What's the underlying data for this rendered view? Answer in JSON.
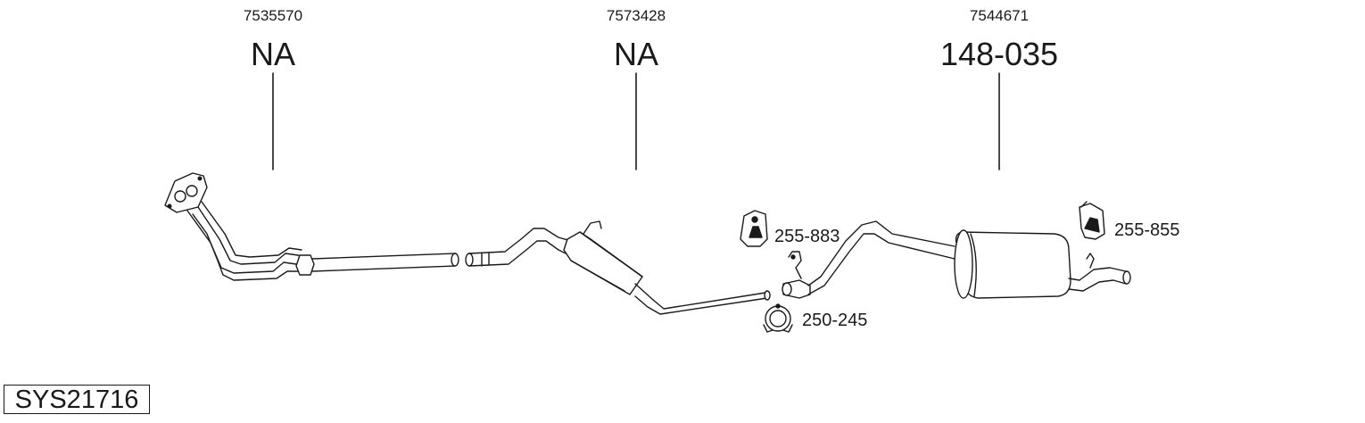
{
  "sections": [
    {
      "oe_number": "7535570",
      "part_number": "NA"
    },
    {
      "oe_number": "7573428",
      "part_number": "NA"
    },
    {
      "oe_number": "7544671",
      "part_number": "148-035"
    }
  ],
  "accessories": [
    {
      "label": "255-883",
      "icon": "rubber-hanger-icon"
    },
    {
      "label": "250-245",
      "icon": "pipe-clamp-icon"
    },
    {
      "label": "255-855",
      "icon": "rubber-mount-icon"
    }
  ],
  "system_code": "SYS21716"
}
